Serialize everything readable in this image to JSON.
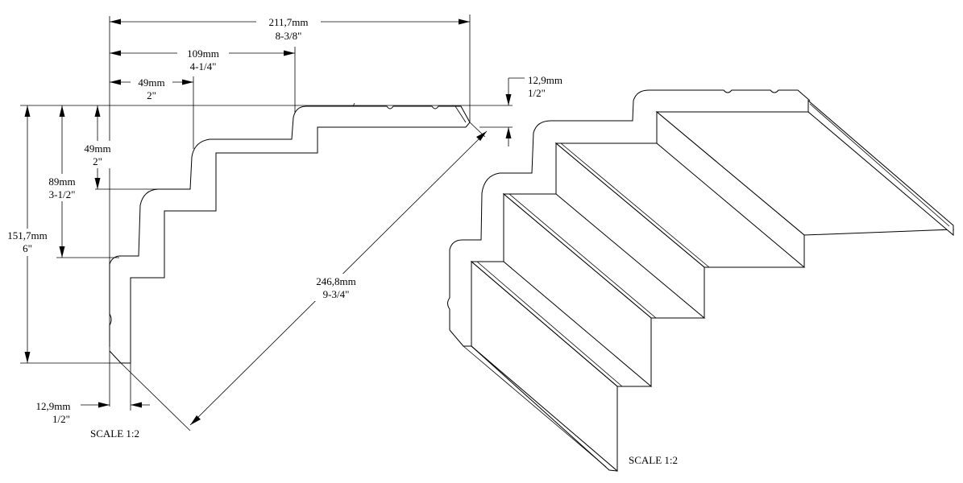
{
  "profile": {
    "total_width": {
      "mm": "211,7mm",
      "in": "8-3/8\""
    },
    "second_width": {
      "mm": "109mm",
      "in": "4-1/4\""
    },
    "first_width": {
      "mm": "49mm",
      "in": "2\""
    },
    "top_thickness": {
      "mm": "12,9mm",
      "in": "1/2\""
    },
    "first_rise": {
      "mm": "49mm",
      "in": "2\""
    },
    "second_rise": {
      "mm": "89mm",
      "in": "3-1/2\""
    },
    "total_height": {
      "mm": "151,7mm",
      "in": "6\""
    },
    "diagonal": {
      "mm": "246,8mm",
      "in": "9-3/4\""
    },
    "bottom_thickness": {
      "mm": "12,9mm",
      "in": "1/2\""
    },
    "scale": "SCALE  1:2"
  },
  "isometric": {
    "scale": "SCALE  1:2"
  }
}
